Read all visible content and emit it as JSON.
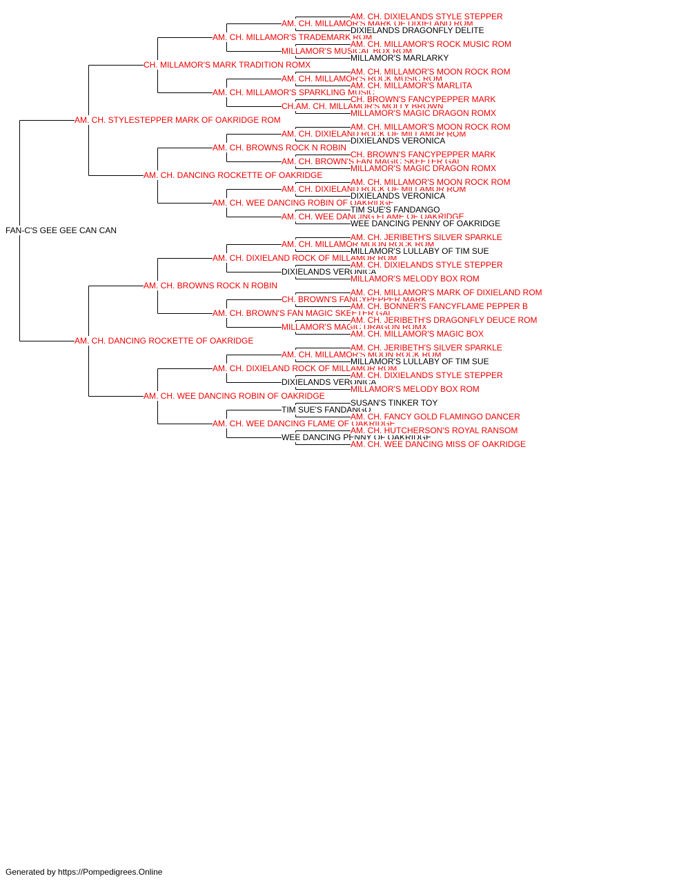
{
  "colors": {
    "champion": "#ee0000",
    "plain": "#000000",
    "line": "#000000"
  },
  "pedigree": {
    "name": "FAN-C'S GEE GEE CAN CAN",
    "champion": false,
    "sire": {
      "name": "AM. CH. STYLESTEPPER MARK OF OAKRIDGE ROM",
      "champion": true,
      "sire": {
        "name": "CH. MILLAMOR'S MARK TRADITION ROMX",
        "champion": true,
        "sire": {
          "name": "AM. CH. MILLAMOR'S TRADEMARK ROM",
          "champion": true,
          "sire": {
            "name": "AM. CH. MILLAMOR'S MARK OF DIXIELAND ROM",
            "champion": true,
            "sire": {
              "name": "AM. CH. DIXIELANDS STYLE STEPPER",
              "champion": true
            },
            "dam": {
              "name": "DIXIELANDS DRAGONFLY DELITE",
              "champion": false
            }
          },
          "dam": {
            "name": "MILLAMOR'S MUSICAL BOX ROM",
            "champion": true,
            "sire": {
              "name": "AM. CH. MILLAMOR'S ROCK MUSIC ROM",
              "champion": true
            },
            "dam": {
              "name": "MILLAMOR'S MARLARKY",
              "champion": false
            }
          }
        },
        "dam": {
          "name": "AM. CH. MILLAMOR'S SPARKLING MUSIC",
          "champion": true,
          "sire": {
            "name": "AM. CH. MILLAMOR'S ROCK MUSIC ROM",
            "champion": true,
            "sire": {
              "name": "AM. CH. MILLAMOR'S MOON ROCK ROM",
              "champion": true
            },
            "dam": {
              "name": "AM. CH. MILLAMOR'S MARLITA",
              "champion": true
            }
          },
          "dam": {
            "name": "CH.AM. CH. MILLAMOR'S MOLLY BROWN",
            "champion": true,
            "sire": {
              "name": "CH. BROWN'S FANCYPEPPER MARK",
              "champion": true
            },
            "dam": {
              "name": "MILLAMOR'S MAGIC DRAGON ROMX",
              "champion": true
            }
          }
        }
      },
      "dam": {
        "name": "AM. CH. DANCING ROCKETTE OF OAKRIDGE",
        "champion": true,
        "sire": {
          "name": "AM. CH. BROWNS ROCK N ROBIN",
          "champion": true,
          "sire": {
            "name": "AM. CH. DIXIELAND ROCK OF MILLAMOR ROM",
            "champion": true,
            "sire": {
              "name": "AM. CH. MILLAMOR'S MOON ROCK ROM",
              "champion": true
            },
            "dam": {
              "name": "DIXIELANDS VERONICA",
              "champion": false
            }
          },
          "dam": {
            "name": "AM. CH. BROWN'S FAN MAGIC SKEETER GAL",
            "champion": true,
            "sire": {
              "name": "CH. BROWN'S FANCYPEPPER MARK",
              "champion": true
            },
            "dam": {
              "name": "MILLAMOR'S MAGIC DRAGON ROMX",
              "champion": true
            }
          }
        },
        "dam": {
          "name": "AM. CH. WEE DANCING ROBIN OF OAKRIDGE",
          "champion": true,
          "sire": {
            "name": "AM. CH. DIXIELAND ROCK OF MILLAMOR ROM",
            "champion": true,
            "sire": {
              "name": "AM. CH. MILLAMOR'S MOON ROCK ROM",
              "champion": true
            },
            "dam": {
              "name": "DIXIELANDS VERONICA",
              "champion": false
            }
          },
          "dam": {
            "name": "AM. CH. WEE DANCING FLAME OF OAKRIDGE",
            "champion": true,
            "sire": {
              "name": "TIM SUE'S FANDANGO",
              "champion": false
            },
            "dam": {
              "name": "WEE DANCING PENNY OF OAKRIDGE",
              "champion": false
            }
          }
        }
      }
    },
    "dam": {
      "name": "AM. CH. DANCING ROCKETTE OF OAKRIDGE",
      "champion": true,
      "sire": {
        "name": "AM. CH. BROWNS ROCK N ROBIN",
        "champion": true,
        "sire": {
          "name": "AM. CH. DIXIELAND ROCK OF MILLAMOR ROM",
          "champion": true,
          "sire": {
            "name": "AM. CH. MILLAMOR MOON ROCK ROM",
            "champion": true,
            "sire": {
              "name": "AM. CH. JERIBETH'S SILVER SPARKLE",
              "champion": true
            },
            "dam": {
              "name": "MILLAMOR'S LULLABY OF TIM SUE",
              "champion": false
            }
          },
          "dam": {
            "name": "DIXIELANDS VERONICA",
            "champion": false,
            "sire": {
              "name": "AM. CH. DIXIELANDS STYLE STEPPER",
              "champion": true
            },
            "dam": {
              "name": "MILLAMOR'S MELODY BOX ROM",
              "champion": true
            }
          }
        },
        "dam": {
          "name": "AM. CH. BROWN'S FAN MAGIC SKEETER GAL",
          "champion": true,
          "sire": {
            "name": "CH. BROWN'S FANCYPEPPER MARK",
            "champion": true,
            "sire": {
              "name": "AM. CH. MILLAMOR'S MARK OF DIXIELAND ROM",
              "champion": true
            },
            "dam": {
              "name": "AM. CH. BONNER'S FANCYFLAME PEPPER B",
              "champion": true
            }
          },
          "dam": {
            "name": "MILLAMOR'S MAGIC DRAGON ROMX",
            "champion": true,
            "sire": {
              "name": "AM. CH. JERIBETH'S DRAGONFLY DEUCE ROM",
              "champion": true
            },
            "dam": {
              "name": "AM. CH. MILLAMOR'S MAGIC BOX",
              "champion": true
            }
          }
        }
      },
      "dam": {
        "name": "AM. CH. WEE DANCING ROBIN OF OAKRIDGE",
        "champion": true,
        "sire": {
          "name": "AM. CH. DIXIELAND ROCK OF MILLAMOR ROM",
          "champion": true,
          "sire": {
            "name": "AM. CH. MILLAMOR'S MOON ROCK ROM",
            "champion": true,
            "sire": {
              "name": "AM. CH. JERIBETH'S SILVER SPARKLE",
              "champion": true
            },
            "dam": {
              "name": "MILLAMOR'S LULLABY OF TIM SUE",
              "champion": false
            }
          },
          "dam": {
            "name": "DIXIELANDS VERONICA",
            "champion": false,
            "sire": {
              "name": "AM. CH. DIXIELANDS STYLE STEPPER",
              "champion": true
            },
            "dam": {
              "name": "MILLAMOR'S MELODY BOX ROM",
              "champion": true
            }
          }
        },
        "dam": {
          "name": "AM. CH. WEE DANCING FLAME OF OAKRIDGE",
          "champion": true,
          "sire": {
            "name": "TIM SUE'S FANDANGO",
            "champion": false,
            "sire": {
              "name": "SUSAN'S TINKER TOY",
              "champion": false
            },
            "dam": {
              "name": "AM. CH. FANCY GOLD FLAMINGO DANCER",
              "champion": true
            }
          },
          "dam": {
            "name": "WEE DANCING PENNY OF OAKRIDGE",
            "champion": false,
            "sire": {
              "name": "AM. CH. HUTCHERSON'S ROYAL RANSOM",
              "champion": true
            },
            "dam": {
              "name": "AM. CH. WEE DANCING MISS OF OAKRIDGE",
              "champion": true
            }
          }
        }
      }
    }
  },
  "footer": {
    "text": "Generated by https://Pompedigrees.Online"
  }
}
